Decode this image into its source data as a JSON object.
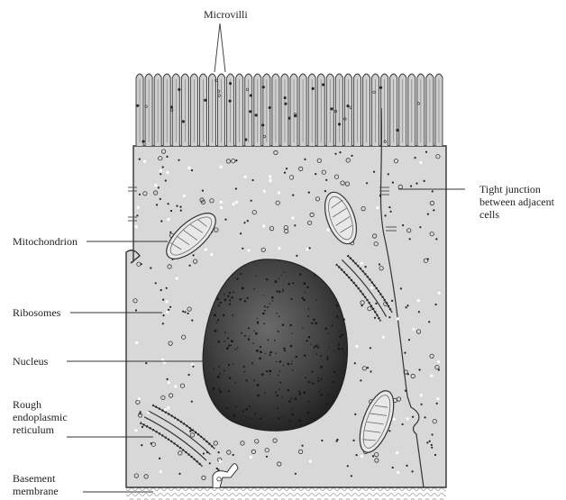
{
  "labels": {
    "microvilli": "Microvilli",
    "tight_junction": "Tight junction\nbetween adjacent\ncells",
    "mitochondrion": "Mitochondrion",
    "ribosomes": "Ribosomes",
    "nucleus": "Nucleus",
    "rough_er": "Rough\nendoplasmic\nreticulum",
    "basement_membrane": "Basement\nmembrane"
  },
  "colors": {
    "cytoplasm": "#d8d8d8",
    "outline": "#333333",
    "nucleus": "#3c3c3c",
    "microvilli_fill": "#cfcfcf"
  }
}
